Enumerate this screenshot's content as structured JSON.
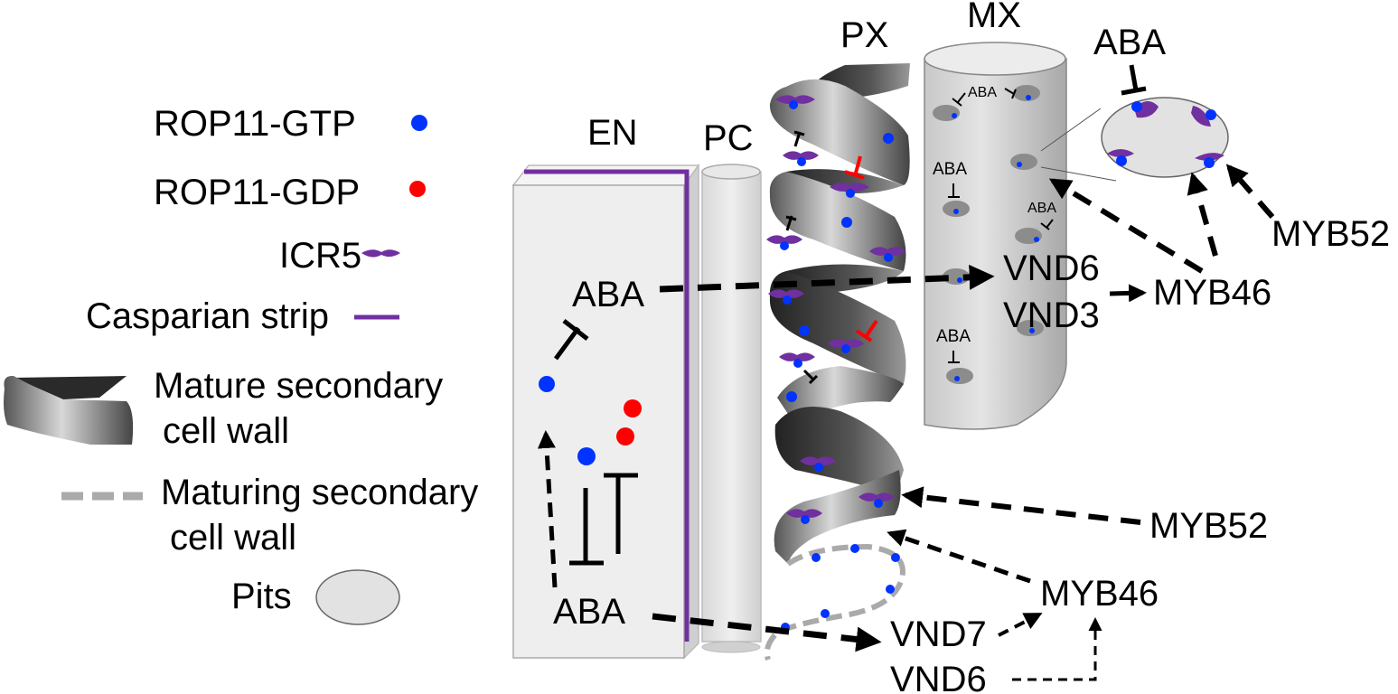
{
  "legend": {
    "rop11_gtp": {
      "label": "ROP11-GTP",
      "color": "#0033ff"
    },
    "rop11_gdp": {
      "label": "ROP11-GDP",
      "color": "#ff0000"
    },
    "icr5": {
      "label": "ICR5",
      "color": "#7030a0"
    },
    "casparian": {
      "label": "Casparian strip",
      "color": "#7030a0"
    },
    "mature_wall": {
      "label_line1": "Mature secondary",
      "label_line2": "cell wall"
    },
    "maturing_wall": {
      "label_line1": "Maturing secondary",
      "label_line2": "cell wall",
      "color": "#aaaaaa"
    },
    "pits": {
      "label": "Pits"
    }
  },
  "cells": {
    "en": "EN",
    "pc": "PC",
    "px": "PX",
    "mx": "MX"
  },
  "nodes": {
    "aba_en_upper": "ABA",
    "aba_en_lower": "ABA",
    "aba_mx_1": "ABA",
    "aba_mx_2": "ABA",
    "aba_mx_3": "ABA",
    "aba_mx_4": "ABA",
    "aba_pit": "ABA",
    "vnd6_mx": "VND6",
    "vnd3_mx": "VND3",
    "myb46_mx": "MYB46",
    "myb52_mx": "MYB52",
    "myb52_px": "MYB52",
    "myb46_px": "MYB46",
    "vnd7_px": "VND7",
    "vnd6_px": "VND6"
  },
  "colors": {
    "inhibition_red": "#ff0000",
    "arrow": "#000000",
    "cell_fill": "#eeeeee",
    "mx_fill": "#d4d4d4",
    "pit_fill": "#8c8c8c"
  }
}
